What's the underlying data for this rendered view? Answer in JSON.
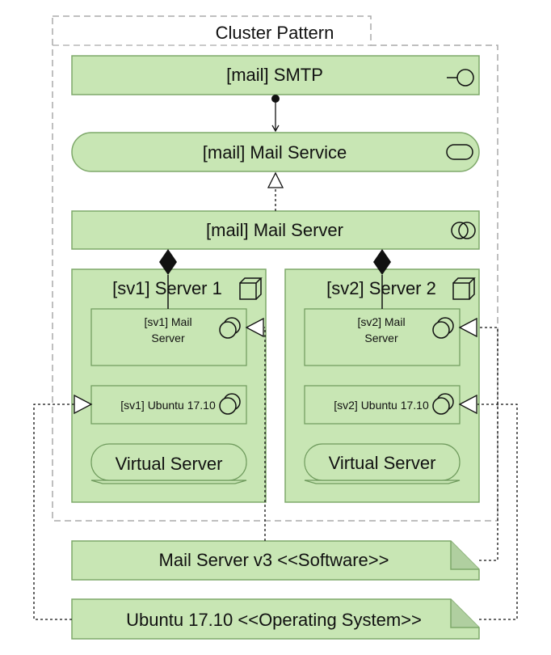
{
  "group": {
    "label": "Cluster Pattern"
  },
  "nodes": {
    "smtp": {
      "label": "[mail] SMTP",
      "icon": "interface-icon"
    },
    "mail_service": {
      "label": "[mail] Mail Service",
      "icon": "service-icon"
    },
    "mail_server": {
      "label": "[mail] Mail Server",
      "icon": "collaboration-icon"
    },
    "server1": {
      "label": "[sv1] Server 1",
      "icon": "node-icon",
      "system_software_line1": "[sv1] Mail",
      "system_software_line2": "Server",
      "os": "[sv1] Ubuntu 17.10",
      "virtual": "Virtual Server"
    },
    "server2": {
      "label": "[sv2] Server 2",
      "icon": "node-icon",
      "system_software_line1": "[sv2] Mail",
      "system_software_line2": "Server",
      "os": "[sv2] Ubuntu 17.10",
      "virtual": "Virtual Server"
    }
  },
  "artifacts": {
    "mail_software": "Mail Server v3 <<Software>>",
    "ubuntu_os": "Ubuntu 17.10 <<Operating System>>"
  },
  "colors": {
    "element_fill": "#c8e6b4",
    "element_stroke": "#7ea86a",
    "group_stroke": "#aaaaaa"
  }
}
